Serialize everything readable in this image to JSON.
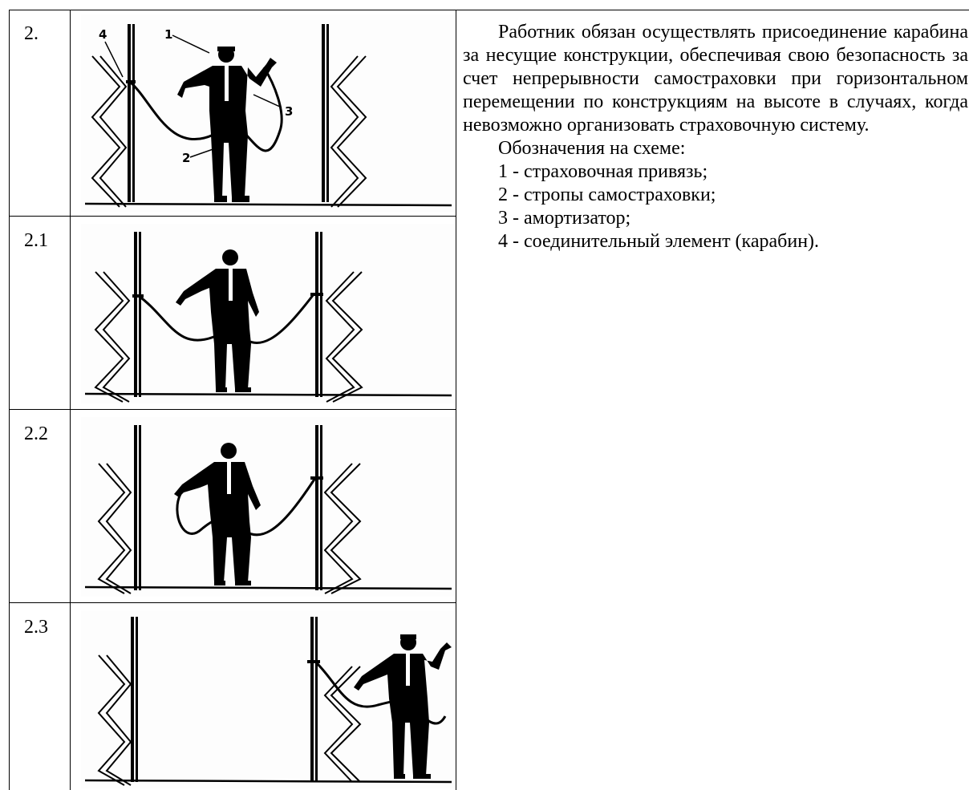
{
  "rows": [
    {
      "number": "2."
    },
    {
      "number": "2.1"
    },
    {
      "number": "2.2"
    },
    {
      "number": "2.3"
    }
  ],
  "callouts": [
    "1",
    "2",
    "3",
    "4"
  ],
  "description": {
    "paragraph": "Работник обязан осуществлять присоединение карабина за несущие конструкции, обеспечивая свою безопасность за счет непрерывности самостраховки при горизонтальном перемещении по конструкциям на высоте в случаях, когда невозможно организовать страховочную систему.",
    "legend_title": "Обозначения на схеме:",
    "legend_items": [
      "1 - страховочная привязь;",
      "2 - стропы самостраховки;",
      "3 - амортизатор;",
      "4 - соединительный элемент (карабин)."
    ]
  }
}
